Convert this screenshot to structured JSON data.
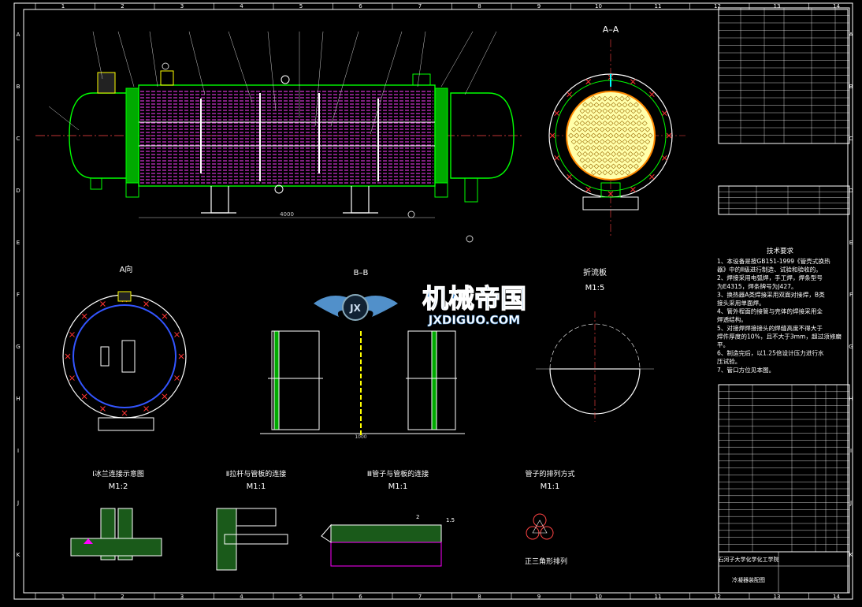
{
  "drawing": {
    "background": "#000000",
    "colors": {
      "frame": "#ffffff",
      "shell": "#00ff00",
      "tube": "#ff00ff",
      "flange": "#ff0000",
      "tubesheet": "#00cc00",
      "baffle": "#ffffff",
      "dim": "#cccccc",
      "yellow": "#ffff66",
      "blue": "#3355ff",
      "cyan": "#00ffff",
      "watermark_blue": "#4a8fd0"
    },
    "column_numbers": [
      "1",
      "2",
      "3",
      "4",
      "5",
      "6",
      "7",
      "8",
      "9",
      "10",
      "11",
      "12",
      "13",
      "14"
    ],
    "row_letters": [
      "A",
      "B",
      "C",
      "D",
      "E",
      "F",
      "G",
      "H",
      "I",
      "J",
      "K"
    ]
  },
  "views": {
    "section_aa": "A–A",
    "section_bb": "B–B",
    "view_a": "A向",
    "tube_plate_title": "折流板",
    "tube_plate_scale": "M1:5",
    "detail1_title": "Ⅰ冰兰连接示意图",
    "detail1_scale": "M1:2",
    "detail2_title": "Ⅱ拉杆与管板的连接",
    "detail2_scale": "M1:1",
    "detail3_title": "Ⅲ管子与管板的连接",
    "detail3_scale": "M1:1",
    "detail4_title": "管子的排列方式",
    "detail4_scale": "M1:1",
    "detail4_caption": "正三角形排列"
  },
  "dims": {
    "overall_length": "4000",
    "bb_width": "1000",
    "detail3_a": "2",
    "detail3_b": "1.5"
  },
  "tech_requirements": {
    "heading": "技术要求",
    "lines": [
      "1、本设备是按GB151-1999《管壳式换热",
      "器》中的Ⅱ级进行制造、试验和验收的。",
      "2、焊接采用电弧焊，手工焊，焊条型号",
      "为E4315，焊条牌号为J427。",
      "3、换热器A类焊接采用双面对接焊，B类",
      "接头采用单面焊。",
      "4、管外程面的接管与壳体的焊接采用全",
      "焊透结构。",
      "5、对接焊焊接接头的焊缝高度不得大于",
      "焊件厚度的10%，且不大于3mm，超过须修磨",
      "平。",
      "6、制造完后，以1.25倍设计压力进行水",
      "压试验。",
      "7、管口方位见本图。"
    ]
  },
  "title_block": {
    "school": "石河子大学化学化工学院",
    "drawing_name": "冷凝器装配图"
  },
  "watermark": {
    "cn": "机械帝国",
    "en": "JXDIGUO.COM"
  }
}
